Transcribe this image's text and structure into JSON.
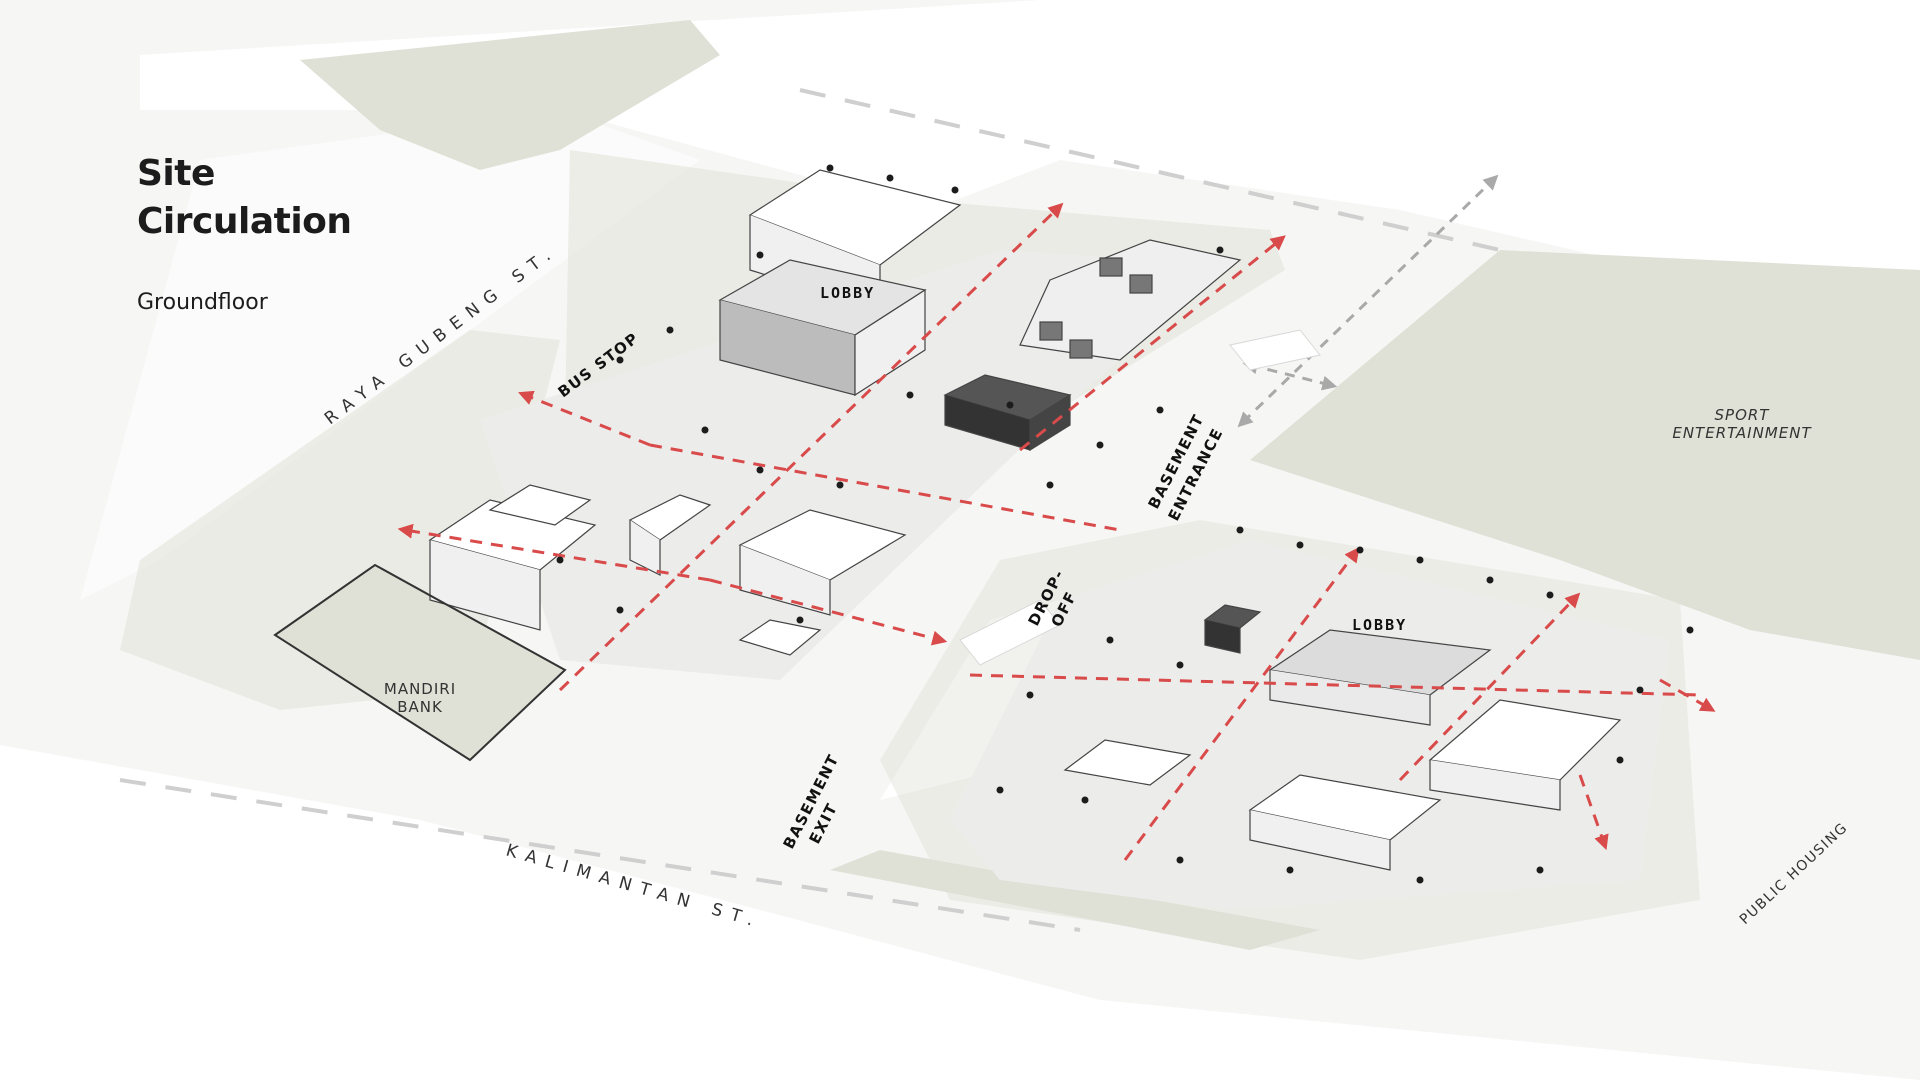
{
  "title": {
    "line1": "Site",
    "line2": "Circulation",
    "subtitle": "Groundfloor"
  },
  "labels": {
    "street_raya": "RAYA GUBENG ST.",
    "street_kalimantan": "KALIMANTAN ST.",
    "bus_stop": "BUS STOP",
    "basement_entrance_1": "BASEMENT",
    "basement_entrance_2": "ENTRANCE",
    "drop_off_1": "DROP-",
    "drop_off_2": "OFF",
    "basement_exit_1": "BASEMENT",
    "basement_exit_2": "EXIT",
    "lobby_north": "LOBBY",
    "lobby_south": "LOBBY",
    "sport_1": "SPORT",
    "sport_2": "ENTERTAINMENT",
    "bank_1": "MANDIRI",
    "bank_2": "BANK",
    "public_housing": "PUBLIC HOUSING"
  },
  "colors": {
    "background": "#f6f6f5",
    "road": "#ffffff",
    "green": "#dfe1d6",
    "plaza": "#ececeb",
    "circulation": "#d94a4a",
    "vehicle_arrow": "#a9a9a9",
    "dark_block": "#3a3a3a"
  },
  "legend_icons": [
    "dashed-red-arrow-icon",
    "dashed-grey-arrow-icon"
  ]
}
